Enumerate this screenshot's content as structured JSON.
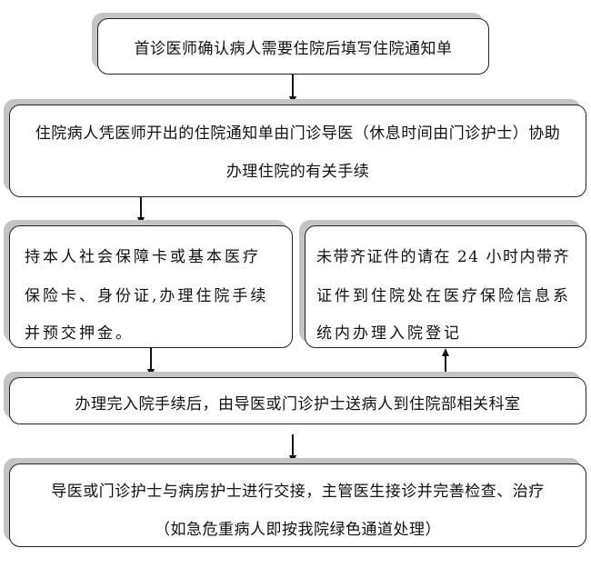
{
  "steps": {
    "s1": {
      "lines": [
        "首诊医师确认病人需要住院后填写住院通知单"
      ]
    },
    "s2": {
      "lines": [
        "住院病人凭医师开出的住院通知单由门诊导医（休息时间由门诊护士）协助",
        "办理住院的有关手续"
      ]
    },
    "s3": {
      "lines": [
        "持本人社会保障卡或基本医疗",
        "保险卡、身份证,办理住院手续",
        "并预交押金。"
      ]
    },
    "s4": {
      "lines": [
        "未带齐证件的请在 24 小时内带齐",
        "证件到住院处在医疗保险信息系",
        "统内办理入院登记"
      ]
    },
    "s5": {
      "lines": [
        "办理完入院手续后，由导医或门诊护士送病人到住院部相关科室"
      ]
    },
    "s6": {
      "lines": [
        "导医或门诊护士与病房护士进行交接，主管医生接诊并完善检查、治疗",
        "（如急危重病人即按我院绿色通道处理）"
      ]
    }
  }
}
